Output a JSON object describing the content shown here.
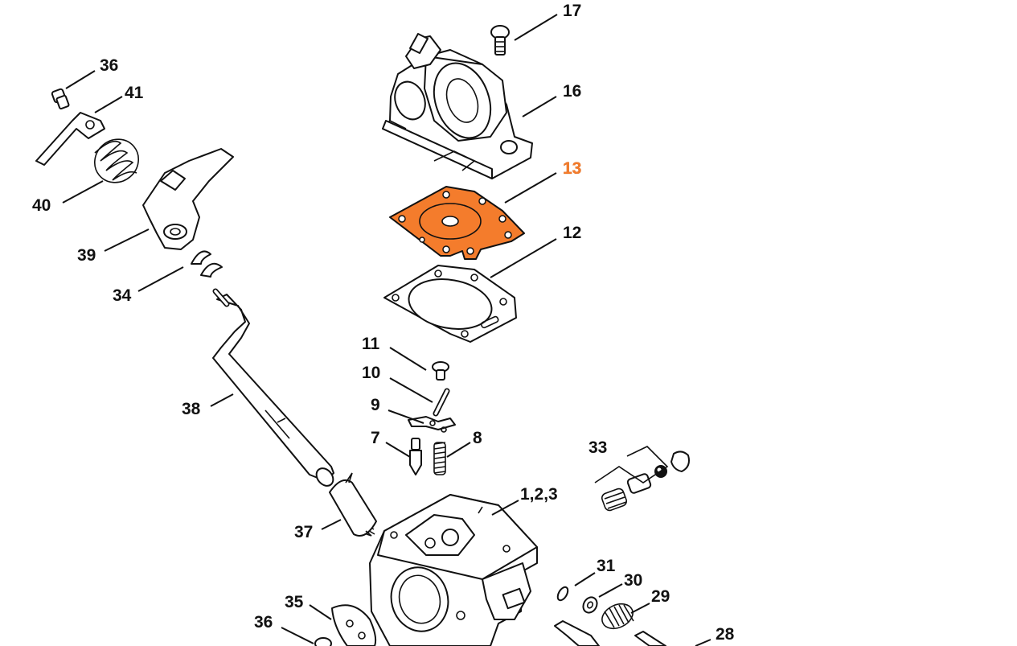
{
  "highlight_color": "#f47c2c",
  "line_color": "#111111",
  "background_color": "#ffffff",
  "callouts": {
    "c17": "17",
    "c16": "16",
    "c13": "13",
    "c12": "12",
    "c11": "11",
    "c10": "10",
    "c9": "9",
    "c7": "7",
    "c8": "8",
    "c36a": "36",
    "c41": "41",
    "c40": "40",
    "c39": "39",
    "c34": "34",
    "c38": "38",
    "c37": "37",
    "c33": "33",
    "c123": "1,2,3",
    "c31": "31",
    "c30": "30",
    "c29": "29",
    "c28": "28",
    "c35": "35",
    "c36b": "36"
  },
  "highlighted_part": "13"
}
